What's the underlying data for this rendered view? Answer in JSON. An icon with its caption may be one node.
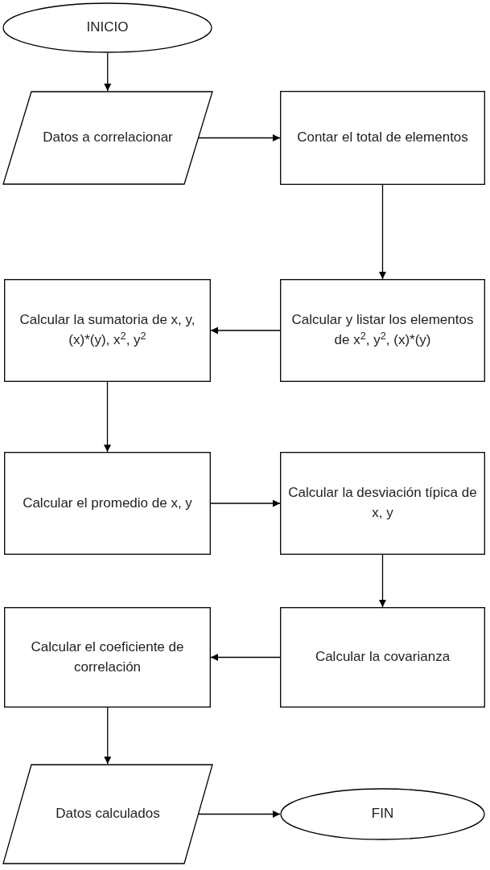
{
  "diagram": {
    "nodes": [
      {
        "text": [
          "INICIO"
        ]
      },
      {
        "text": [
          "Datos a correlacionar"
        ]
      },
      {
        "text": [
          "Contar el total de elementos"
        ]
      },
      {
        "text": [
          "Calcular y listar los elementos de x$^{2}$, y$^{2}$, (x)*(y)"
        ]
      },
      {
        "text": [
          "Calcular la sumatoria de x, y, (x)*(y), x$^{2}$, y$^{2}$"
        ]
      },
      {
        "text": [
          "Calcular el promedio de x, y"
        ]
      },
      {
        "text": [
          "Calcular la desviación típica de x, y"
        ]
      },
      {
        "text": [
          "Calcular la covarianza"
        ]
      },
      {
        "text": [
          "Calcular el coeficiente de correlación"
        ]
      },
      {
        "text": [
          "Datos calculados"
        ]
      },
      {
        "text": [
          "FIN"
        ]
      }
    ],
    "edges": [
      {
        "from": 0,
        "to": 1,
        "arrow": "to"
      },
      {
        "from": 1,
        "to": 2,
        "arrow": "to"
      },
      {
        "from": 2,
        "to": 3,
        "arrow": "to"
      },
      {
        "from": 3,
        "to": 4,
        "arrow": "to"
      },
      {
        "from": 4,
        "to": 5,
        "arrow": "to"
      },
      {
        "from": 5,
        "to": 6,
        "arrow": "to"
      },
      {
        "from": 6,
        "to": 7,
        "arrow": "to"
      },
      {
        "from": 7,
        "to": 8,
        "arrow": "to"
      },
      {
        "from": 8,
        "to": 9,
        "arrow": "to"
      },
      {
        "from": 9,
        "to": 10,
        "arrow": "to"
      }
    ]
  }
}
